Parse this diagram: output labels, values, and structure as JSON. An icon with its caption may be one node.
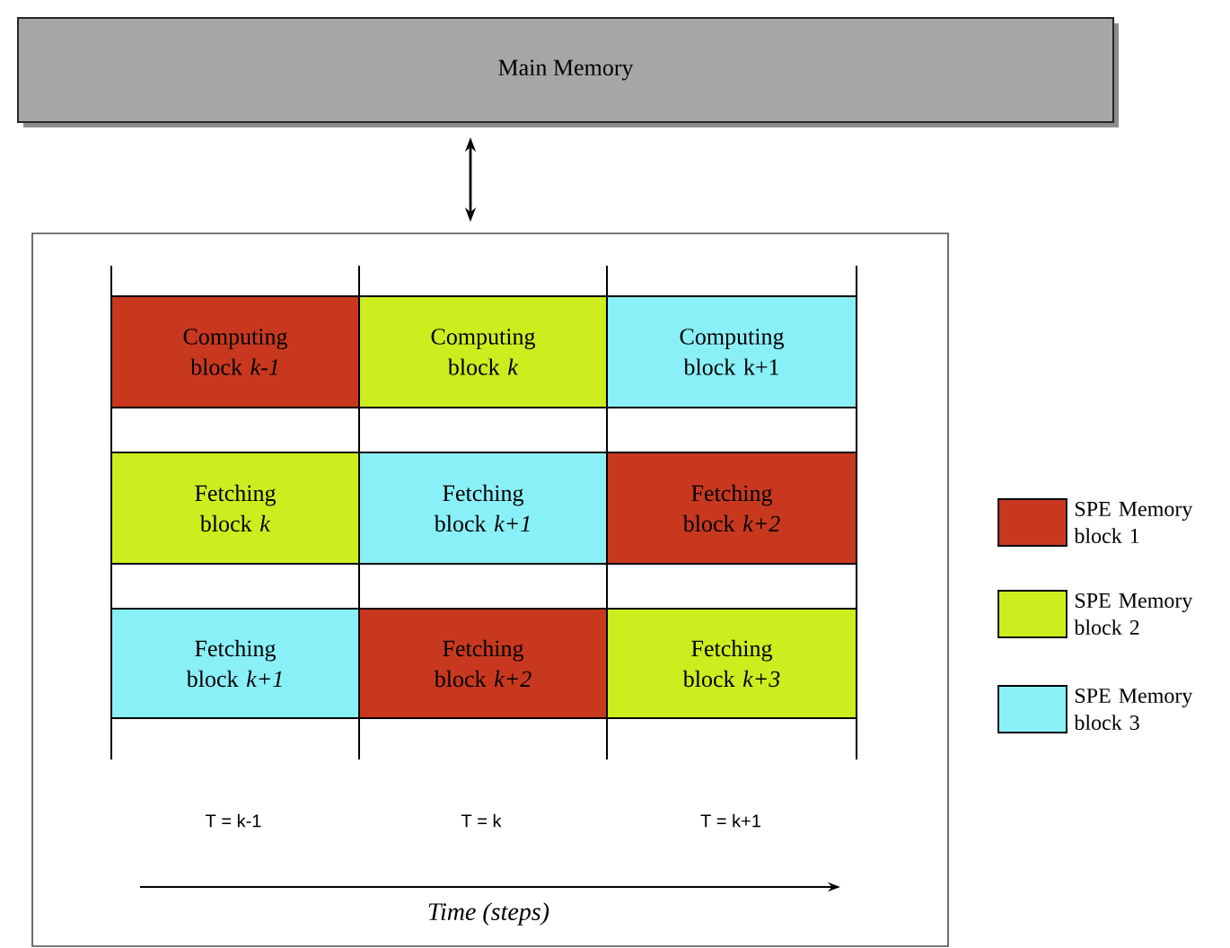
{
  "diagram": {
    "nodes": [
      {
        "text": [
          "Main Memory"
        ]
      },
      {
        "text": [],
        "shape": "box"
      },
      {
        "text": [
          "Computing block *k-1*"
        ],
        "in": 1
      },
      {
        "text": [
          "Computing block *k*"
        ],
        "in": 1
      },
      {
        "text": [
          "Computing block k+1"
        ],
        "in": 1
      },
      {
        "text": [
          "Fetching block *k*"
        ],
        "in": 1
      },
      {
        "text": [
          "Fetching block *k+1*"
        ],
        "in": 1
      },
      {
        "text": [
          "Fetching block *k+2*"
        ],
        "in": 1
      },
      {
        "text": [
          "Fetching block *k+1*"
        ],
        "in": 1
      },
      {
        "text": [
          "Fetching block *k+2*"
        ],
        "in": 1
      },
      {
        "text": [
          "Fetching block *k+3*"
        ],
        "in": 1
      }
    ],
    "edges": [
      {
        "from": 0,
        "to": 1,
        "arrow": "both"
      }
    ],
    "labels": [
      "T = k-1",
      "T = k",
      "T = k+1",
      "Time (steps)"
    ],
    "legend": [
      {
        "text": "SPE Memory block 1",
        "color": "#c8381f"
      },
      {
        "text": "SPE Memory block 2",
        "color": "#ccee1e"
      },
      {
        "text": "SPE Memory block 3",
        "color": "#8af0f8"
      }
    ]
  }
}
